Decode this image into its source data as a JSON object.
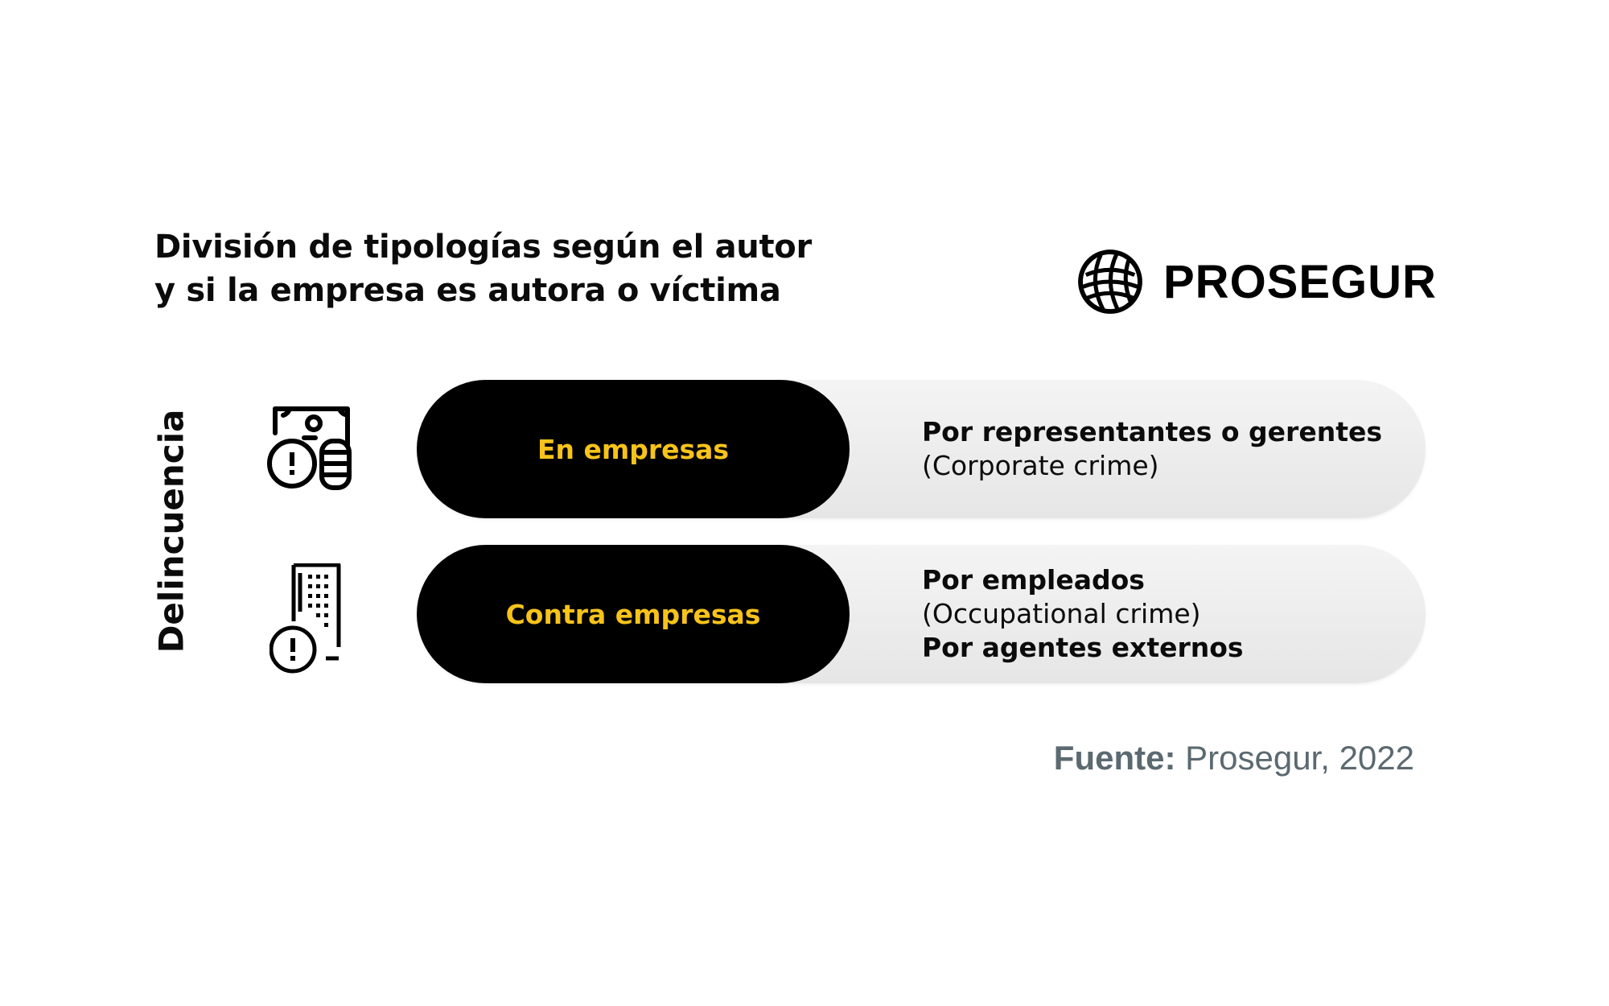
{
  "title": {
    "line1": "División de tipologías según el autor",
    "line2": "y si la empresa es autora o víctima"
  },
  "logo": {
    "text": "PROSEGUR",
    "icon": "globe-icon"
  },
  "side_label": "Delincuencia",
  "rows": [
    {
      "icon": "money-coins-alert-icon",
      "heading": "En empresas",
      "lines": [
        {
          "text": "Por representantes o gerentes",
          "bold": true
        },
        {
          "text": "(Corporate crime)",
          "bold": false
        }
      ]
    },
    {
      "icon": "building-alert-icon",
      "heading": "Contra empresas",
      "lines": [
        {
          "text": "Por empleados",
          "bold": true
        },
        {
          "text": "(Occupational crime)",
          "bold": false
        },
        {
          "text": "Por agentes externos",
          "bold": true
        }
      ]
    }
  ],
  "source": {
    "label": "Fuente:",
    "value": " Prosegur, 2022"
  },
  "colors": {
    "accent": "#f7c31a",
    "pill_dark": "#000000",
    "pill_light": "#ececec",
    "source_text": "#5b6a70"
  }
}
